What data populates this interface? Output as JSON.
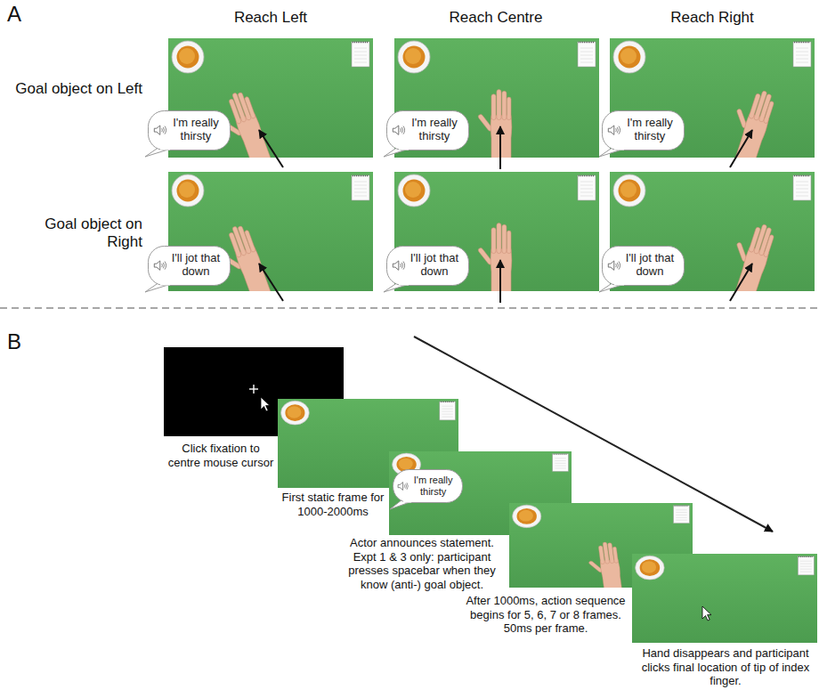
{
  "diagram": {
    "nodes": [
      {
        "text": [
          "I'm really thirsty"
        ]
      },
      {
        "text": [
          "I'm really thirsty"
        ]
      },
      {
        "text": [
          "I'm really thirsty"
        ]
      },
      {
        "text": [
          "I'll jot that down"
        ]
      },
      {
        "text": [
          "I'll jot that down"
        ]
      },
      {
        "text": [
          "I'll jot that down"
        ]
      },
      {
        "text": [
          "I'm really thirsty"
        ]
      }
    ],
    "labels": [
      "A",
      "Reach Left",
      "Reach Centre",
      "Reach Right",
      "Goal object on Left",
      "Goal object on Right",
      "B",
      "Click fixation to centre mouse cursor",
      "First static frame for 1000-2000ms",
      "Actor announces statement. Expt 1 & 3 only: participant presses spacebar when they know (anti-) goal object.",
      "After 1000ms, action sequence begins for 5, 6, 7 or 8 frames. 50ms per frame.",
      "Hand disappears and participant clicks final location of tip of index finger."
    ]
  }
}
